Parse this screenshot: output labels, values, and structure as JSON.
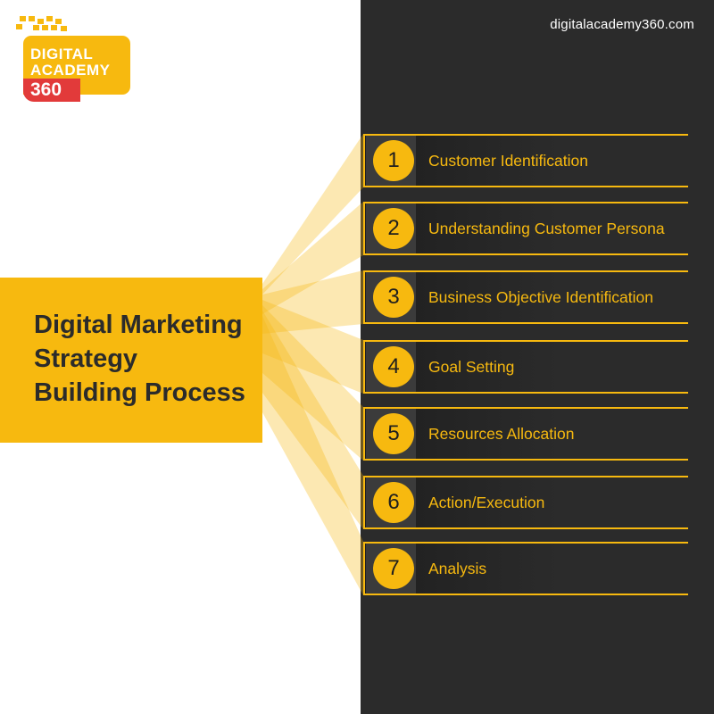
{
  "brand": {
    "logo_word1": "DIGITAL",
    "logo_word2": "ACADEMY",
    "logo_number": "360",
    "website": "digitalacademy360.com",
    "accent_color": "#f7b90f",
    "dark_color": "#2b2b2b",
    "logo_red": "#e23a3a"
  },
  "title": {
    "line1": "Digital Marketing",
    "line2": "Strategy",
    "line3": "Building Process"
  },
  "steps": [
    {
      "number": "1",
      "label": "Customer Identification"
    },
    {
      "number": "2",
      "label": "Understanding Customer Persona"
    },
    {
      "number": "3",
      "label": "Business Objective Identification"
    },
    {
      "number": "4",
      "label": "Goal Setting"
    },
    {
      "number": "5",
      "label": "Resources Allocation"
    },
    {
      "number": "6",
      "label": "Action/Execution"
    },
    {
      "number": "7",
      "label": "Analysis"
    }
  ]
}
